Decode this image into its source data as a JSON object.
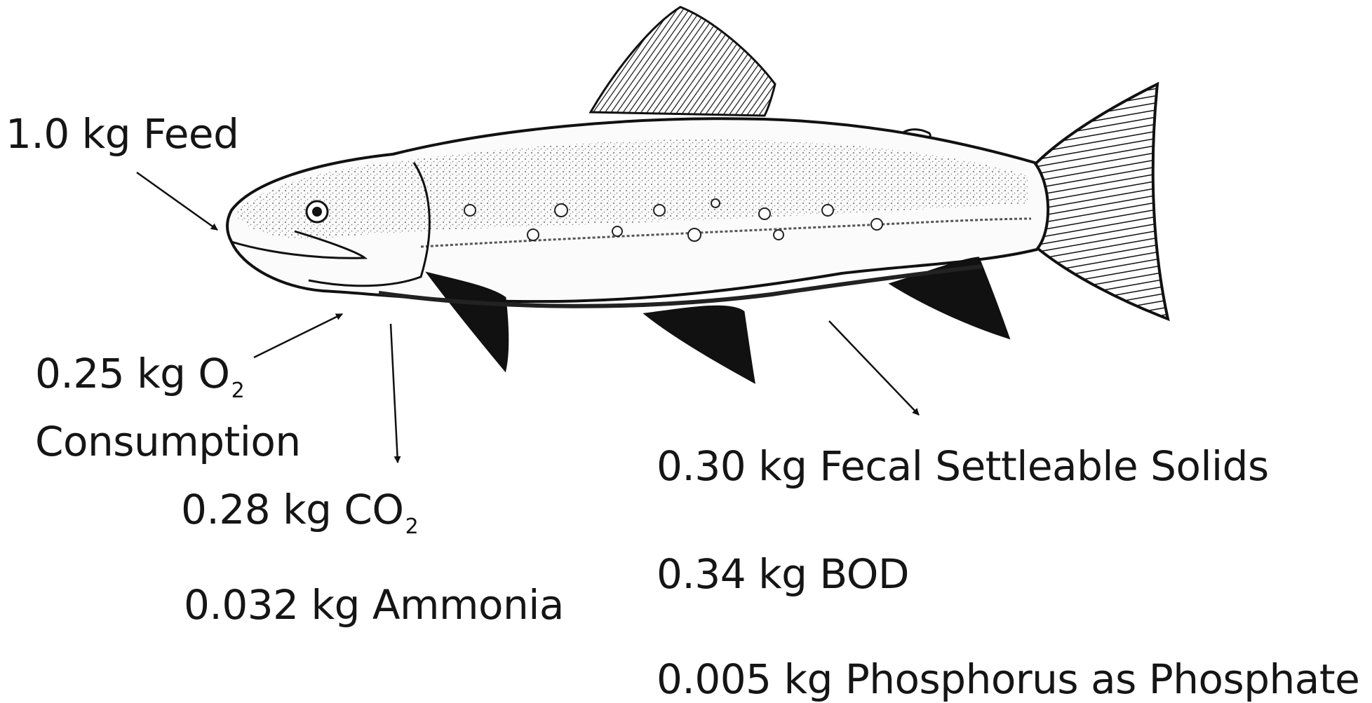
{
  "labels": {
    "feed": "1.0 kg Feed",
    "o2_main": "0.25 kg O",
    "o2_sub": "2",
    "o2_line2": "Consumption",
    "co2_main": "0.28 kg CO",
    "co2_sub": "2",
    "ammonia": "0.032 kg Ammonia",
    "fecal": "0.30 kg Fecal Settleable Solids",
    "bod": "0.34 kg BOD",
    "phosphorus": "0.005 kg Phosphorus as Phosphate"
  }
}
